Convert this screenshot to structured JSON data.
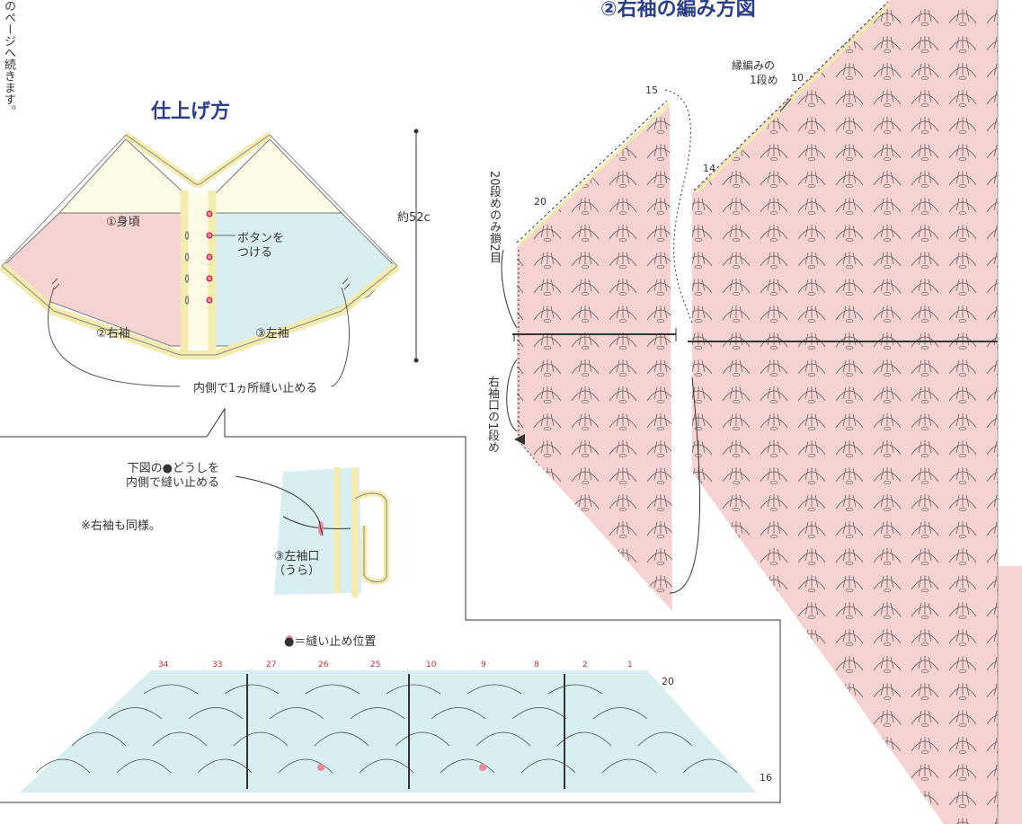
{
  "continue_note": "のページへ続きます。",
  "finish": {
    "title": "仕上げ方",
    "body_label": "①身頃",
    "button_note": "ボタンを\nつける",
    "height_label": "約52c",
    "right_sleeve_label": "②右袖",
    "left_sleeve_label": "③左袖",
    "sew_note": "内側で1ヵ所縫い止める"
  },
  "detail": {
    "instruction": "下図の●どうしを\n内側で縫い止める",
    "note": "※右袖も同様。",
    "cuff_label": "③左袖口\n（うら）",
    "legend": "●＝縫い止め位置",
    "row_top": "20",
    "row_bottom": "16",
    "column_numbers": [
      "34",
      "33",
      "27",
      "26",
      "25",
      "10",
      "9",
      "8",
      "2",
      "1"
    ]
  },
  "sleeve_chart": {
    "title": "②右袖の編み方図",
    "edge_note_line1": "縁編みの",
    "edge_note_line2": "1段め",
    "row_10": "10",
    "row_15": "15",
    "row_14": "14",
    "row_20": "20",
    "row20_chain_note": "20段めのみ鎖2目",
    "cuff_row1_note": "右袖口の1段め"
  },
  "colors": {
    "pink": "#f7d2d2",
    "mint": "#d8eef0",
    "cream": "#fdfbe6",
    "border": "#f3ecae",
    "title_blue": "#2b3e86",
    "marker": "#e98aa0"
  }
}
